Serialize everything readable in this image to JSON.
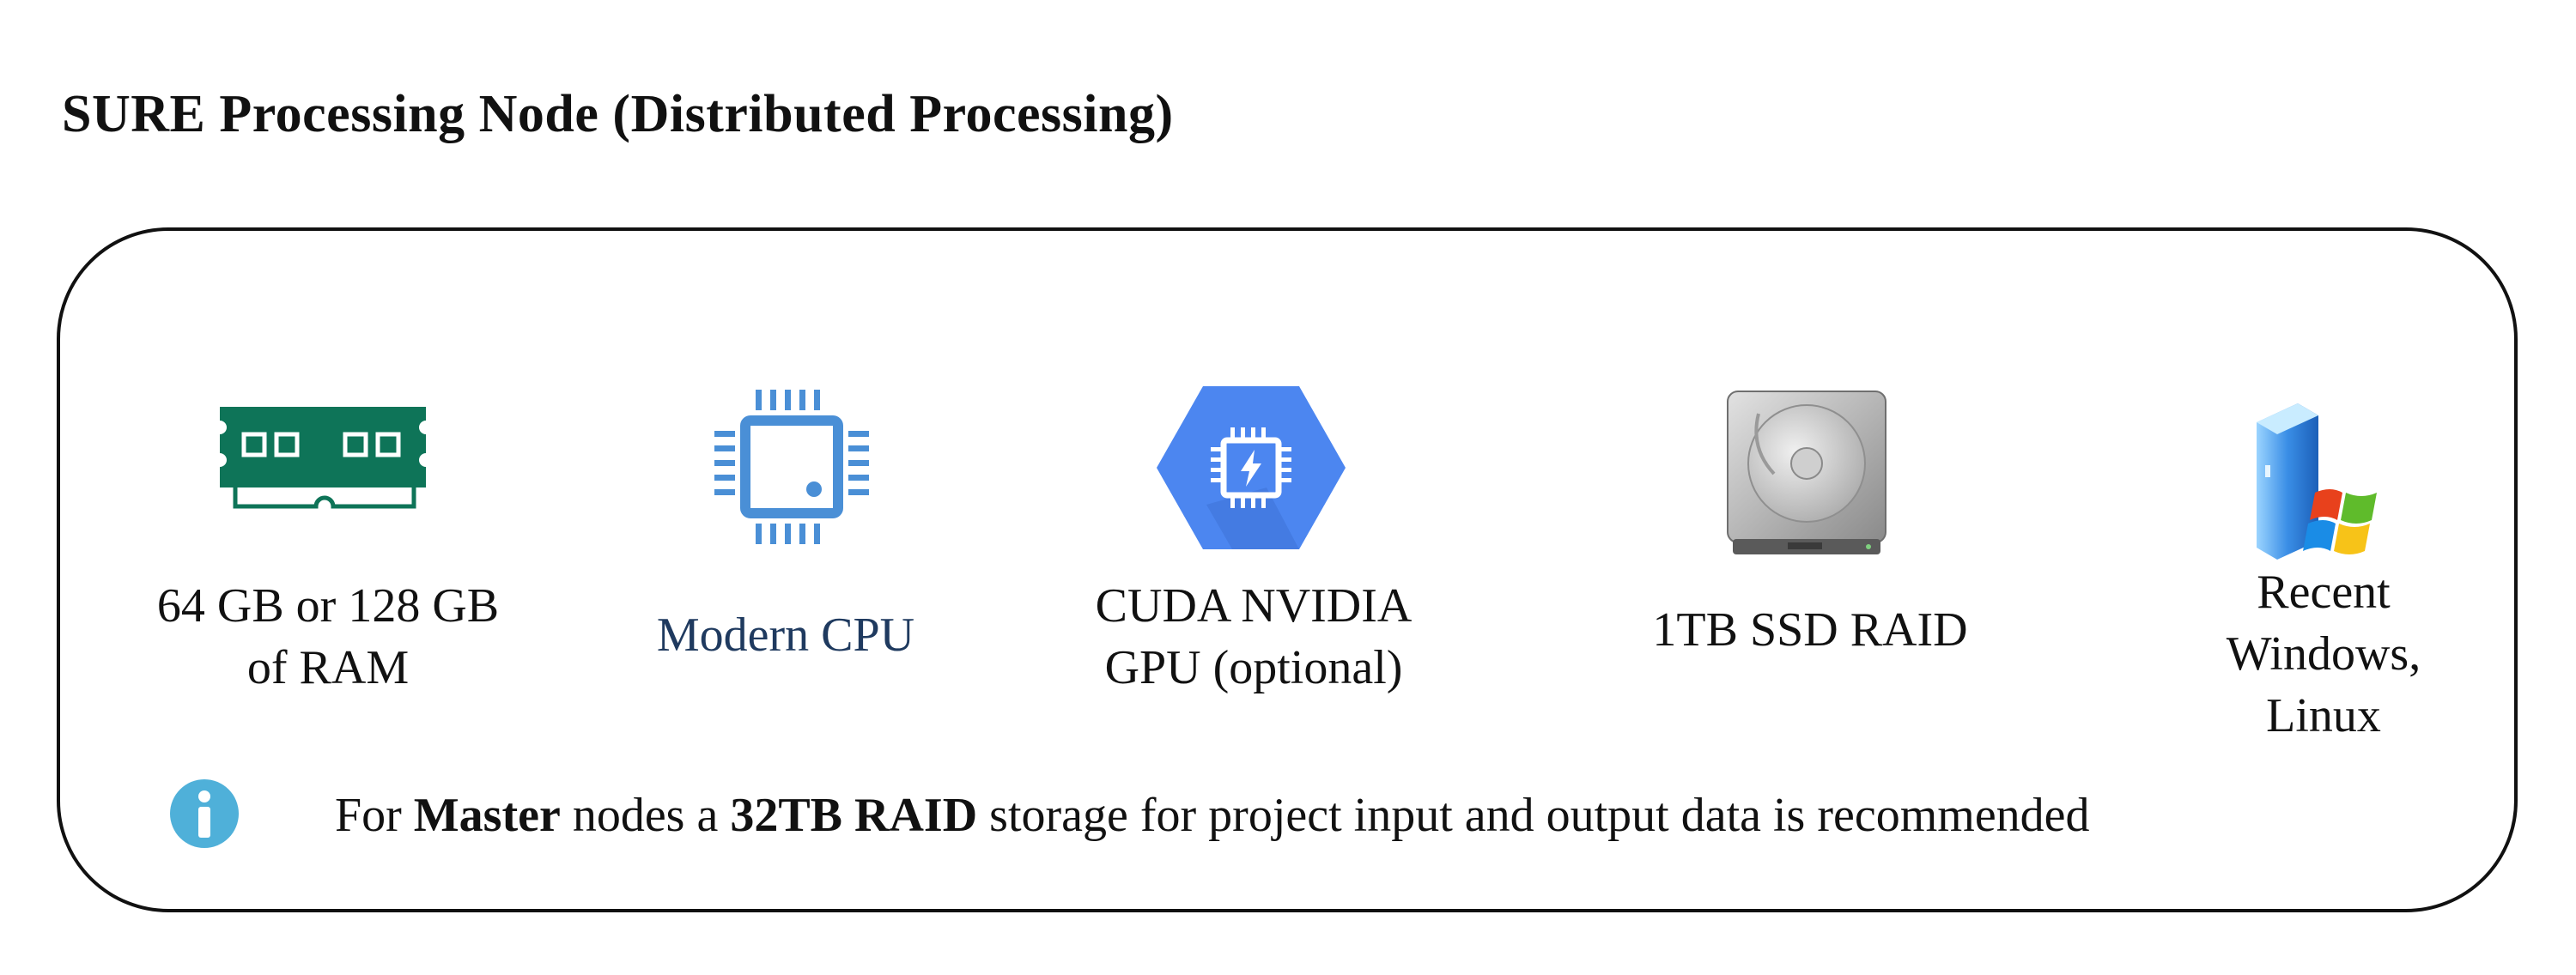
{
  "title": "SURE Processing Node (Distributed Processing)",
  "specs": [
    {
      "label_line1": "64 GB or 128 GB",
      "label_line2": "of RAM",
      "icon": "ram-icon",
      "color": "#0e7458"
    },
    {
      "label_line1": "Modern CPU",
      "icon": "cpu-icon",
      "color": "#4a8fd6",
      "text_color": "#1f3a5f"
    },
    {
      "label_line1": "CUDA NVIDIA",
      "label_line2": "GPU (optional)",
      "icon": "gpu-icon",
      "color": "#4c86f0"
    },
    {
      "label_line1": "1TB SSD RAID",
      "icon": "hard-drive-icon"
    },
    {
      "label_line1": "Recent",
      "label_line2": "Windows,",
      "label_line3": "Linux",
      "icon": "windows-server-icon"
    }
  ],
  "note": {
    "prefix": "For ",
    "bold1": "Master",
    "middle": " nodes a ",
    "bold2": "32TB RAID",
    "suffix": " storage for project input and output data is recommended",
    "icon": "info-icon",
    "icon_color": "#4fb0d9"
  }
}
